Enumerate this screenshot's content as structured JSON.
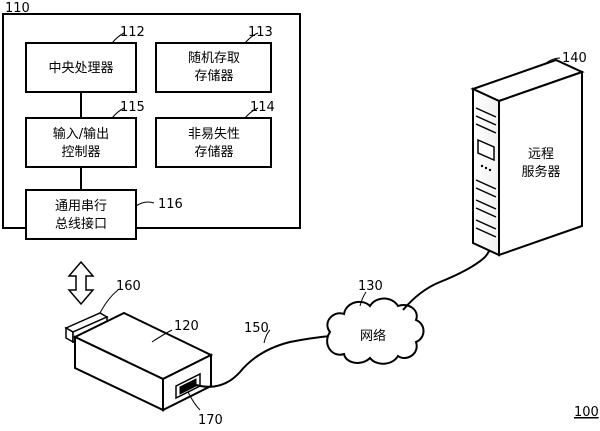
{
  "labels": {
    "system": "110",
    "cpu": "112",
    "ram": "113",
    "io": "115",
    "nvm": "114",
    "usb": "116",
    "server": "140",
    "network": "130",
    "device": "160",
    "device_body": "120",
    "cable": "150",
    "port": "170",
    "figure": "100"
  },
  "boxes": {
    "cpu_text": "中央处理器",
    "ram_line1": "随机存取",
    "ram_line2": "存储器",
    "io_line1": "输入/输出",
    "io_line2": "控制器",
    "nvm_line1": "非易失性",
    "nvm_line2": "存储器",
    "usb_line1": "通用串行",
    "usb_line2": "总线接口"
  },
  "server_line1": "远程",
  "server_line2": "服务器",
  "network_text": "网络"
}
